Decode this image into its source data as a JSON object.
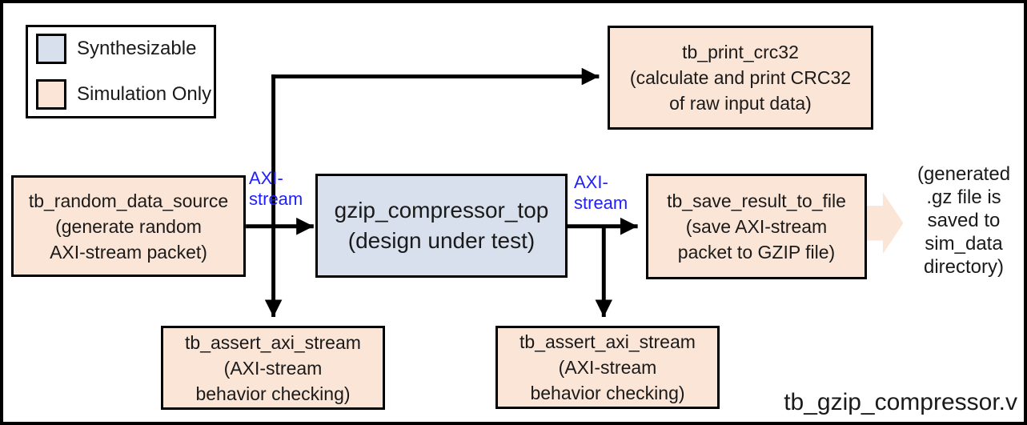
{
  "colors": {
    "synth_fill": "#D8DFED",
    "sim_fill": "#FBE5D6",
    "line": "#000000",
    "axi_label": "#2020FF",
    "border": "#000000"
  },
  "legend": {
    "items": [
      {
        "label": "Synthesizable",
        "type": "synthesizable"
      },
      {
        "label": "Simulation Only",
        "type": "simulation-only"
      }
    ]
  },
  "nodes": {
    "print_crc32": {
      "title": "tb_print_crc32",
      "desc": "(calculate and print CRC32\nof raw input data)"
    },
    "random_source": {
      "title": "tb_random_data_source",
      "desc": "(generate random\nAXI-stream packet)"
    },
    "dut": {
      "title": "gzip_compressor_top",
      "desc": "(design under test)"
    },
    "save_result": {
      "title": "tb_save_result_to_file",
      "desc": "(save AXI-stream\npacket to GZIP file)"
    },
    "assert_left": {
      "title": "tb_assert_axi_stream",
      "desc": "(AXI-stream\nbehavior checking)"
    },
    "assert_right": {
      "title": "tb_assert_axi_stream",
      "desc": "(AXI-stream\nbehavior checking)"
    }
  },
  "labels": {
    "axi_left": "AXI-\nstream",
    "axi_right": "AXI-\nstream",
    "gz_note": "(generated\n.gz file is\nsaved to\nsim_data\ndirectory)",
    "filename": "tb_gzip_compressor.v"
  }
}
